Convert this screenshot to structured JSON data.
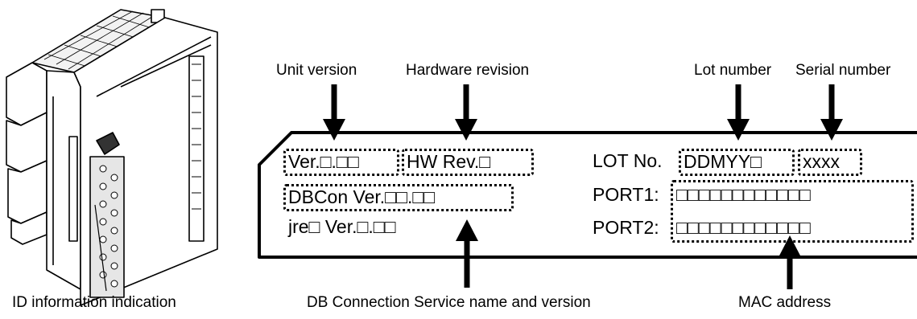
{
  "captions": {
    "unit_version": "Unit version",
    "hardware_revision": "Hardware revision",
    "lot_number": "Lot number",
    "serial_number": "Serial number",
    "id_information": "ID information indication",
    "db_connection": "DB Connection Service name and version",
    "mac_address": "MAC address"
  },
  "label": {
    "ver": "Ver.□.□□",
    "hw_rev": "HW Rev.□",
    "dbcon_ver": "DBCon Ver.□□.□□",
    "jre_ver": "jre□ Ver.□.□□",
    "lot_no_prefix": "LOT No.",
    "lot_no_value": "DDMYY□",
    "serial_value": "xxxx",
    "port1_prefix": "PORT1:",
    "port1_value": "□□□□□□□□□□□□",
    "port2_prefix": "PORT2:",
    "port2_value": "□□□□□□□□□□□□"
  }
}
